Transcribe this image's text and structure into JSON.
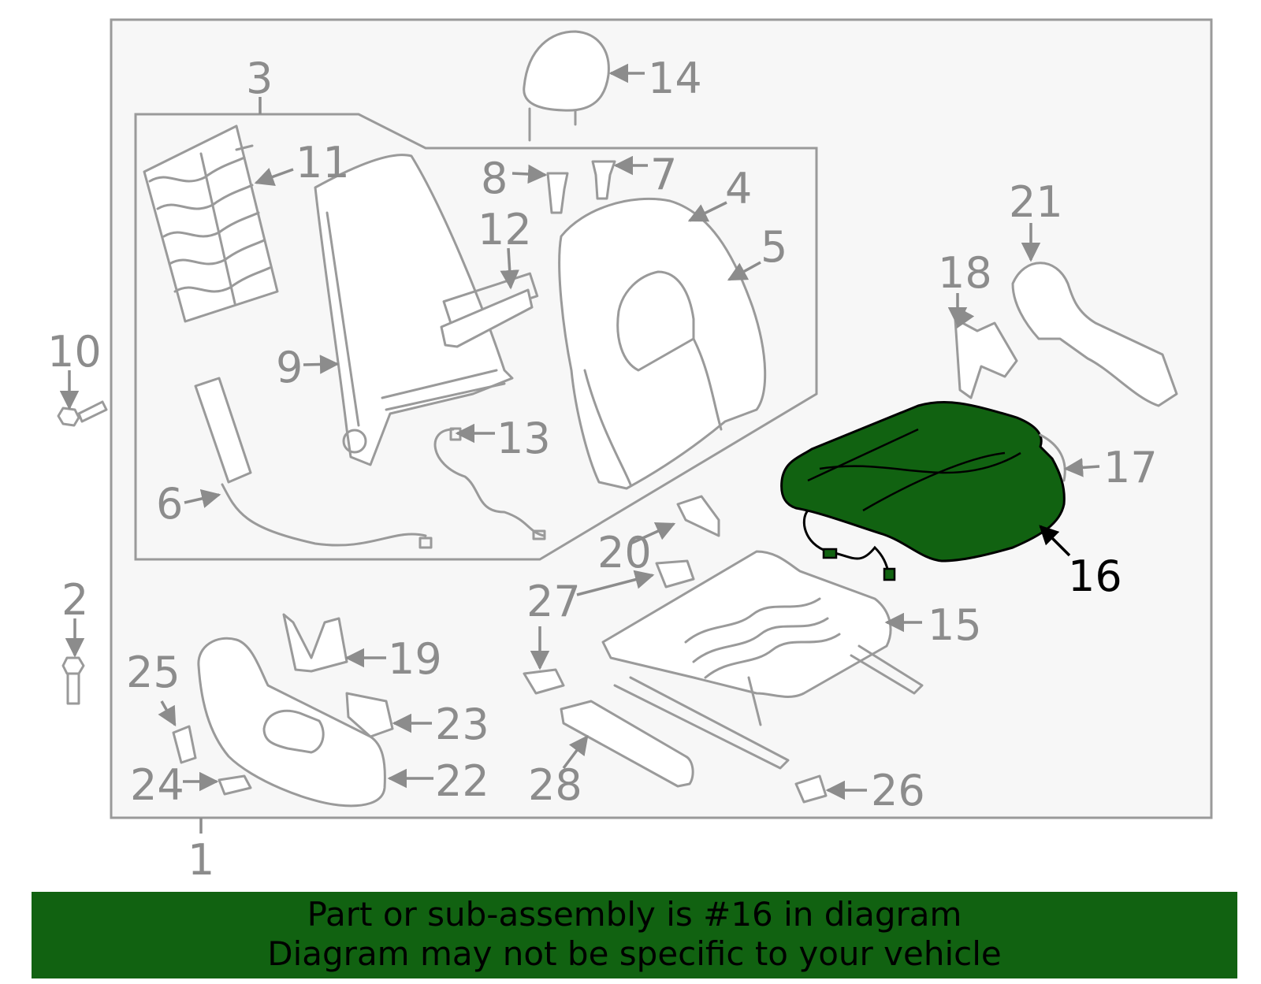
{
  "diagram": {
    "highlight_color": "#116211",
    "highlighted_part": "16",
    "labels": {
      "l1": "1",
      "l2": "2",
      "l3": "3",
      "l4": "4",
      "l5": "5",
      "l6": "6",
      "l7": "7",
      "l8": "8",
      "l9": "9",
      "l10": "10",
      "l11": "11",
      "l12": "12",
      "l13": "13",
      "l14": "14",
      "l15": "15",
      "l16": "16",
      "l17": "17",
      "l18": "18",
      "l19": "19",
      "l20": "20",
      "l21": "21",
      "l22": "22",
      "l23": "23",
      "l24": "24",
      "l25": "25",
      "l26": "26",
      "l27": "27",
      "l28": "28"
    }
  },
  "banner": {
    "line1": "Part or sub-assembly is #16 in diagram",
    "line2": "Diagram may not be specific to your vehicle"
  }
}
